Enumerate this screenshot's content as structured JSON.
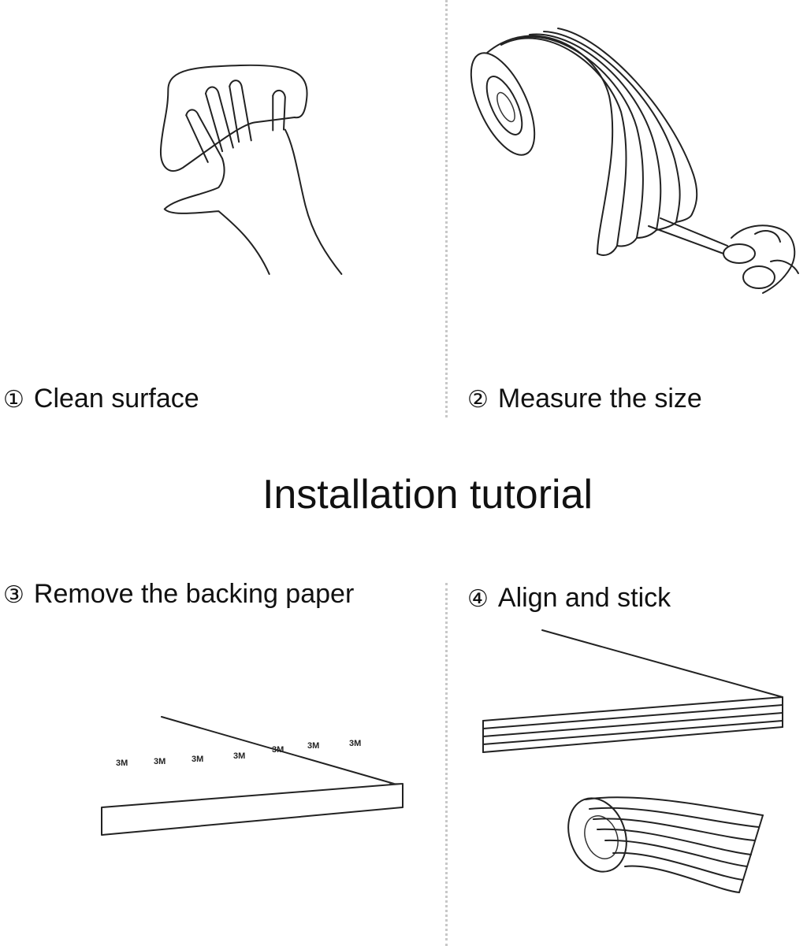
{
  "title": "Installation tutorial",
  "steps": [
    {
      "number": "①",
      "label": "Clean surface",
      "illustration": "hand-wiping-icon"
    },
    {
      "number": "②",
      "label": "Measure the size",
      "illustration": "tape-roll-scissors-icon"
    },
    {
      "number": "③",
      "label": "Remove the backing paper",
      "illustration": "backing-strip-icon"
    },
    {
      "number": "④",
      "label": "Align and stick",
      "illustration": "strip-attach-icon"
    }
  ],
  "tape_marks": [
    "3M",
    "3M",
    "3M",
    "3M",
    "3M",
    "3M",
    "3M"
  ]
}
